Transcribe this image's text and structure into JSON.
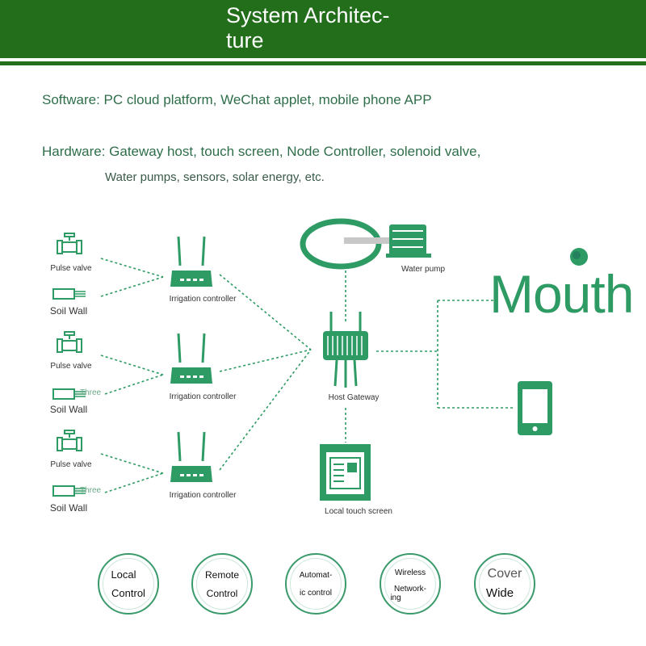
{
  "header": {
    "title_line1": "System Architec-",
    "title_line2": "ture"
  },
  "software_text": "Software: PC cloud platform, WeChat applet, mobile phone APP",
  "hardware_text_line1": "Hardware: Gateway host, touch screen, Node Controller, solenoid valve,",
  "hardware_text_line2": "Water pumps, sensors, solar energy, etc.",
  "devices": {
    "pulse_valve_label": "Pulse valve",
    "soil_wall_label": "Soil Wall",
    "three_label": "Three",
    "irrigation_controller_label": "Irrigation controller",
    "host_gateway_label": "Host Gateway",
    "water_pump_label": "Water pump",
    "touch_screen_label": "Local touch screen"
  },
  "watermark": "Mouth",
  "features": [
    {
      "line1": "Local",
      "line2": "Control"
    },
    {
      "line1": "Remote",
      "line2": "Control"
    },
    {
      "line1": "Automat-",
      "line2": "ic control"
    },
    {
      "line1": "Wireless",
      "line2": "Network-",
      "line3": "ing"
    },
    {
      "line1": "Cover",
      "line2": "Wide"
    }
  ],
  "colors": {
    "header_green": "#226e1b",
    "accent_green": "#2e9b64",
    "text_green": "#2f6e4a"
  }
}
